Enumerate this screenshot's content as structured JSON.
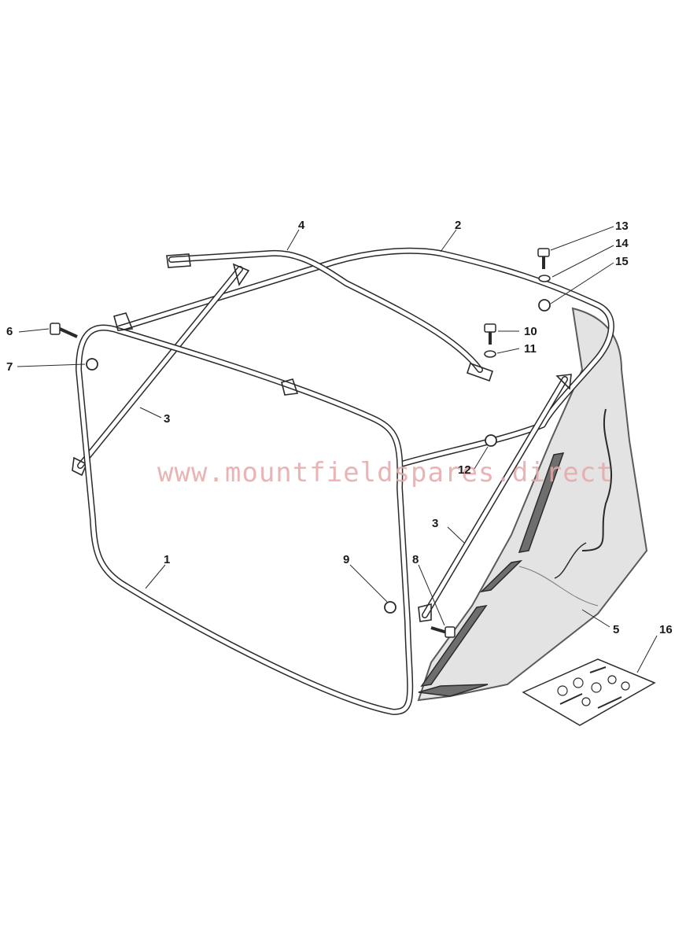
{
  "watermark": "www.mountfieldspares.direct",
  "callouts": {
    "c1": "1",
    "c2": "2",
    "c3a": "3",
    "c3b": "3",
    "c4": "4",
    "c5": "5",
    "c6": "6",
    "c7": "7",
    "c8": "8",
    "c9": "9",
    "c10": "10",
    "c11": "11",
    "c12": "12",
    "c13": "13",
    "c14": "14",
    "c15": "15",
    "c16": "16"
  },
  "colors": {
    "line": "#2a2a2a",
    "bag": "#e3e3e3",
    "bag_edge": "#5a5a5a",
    "watermark": "#e8a8a8"
  }
}
